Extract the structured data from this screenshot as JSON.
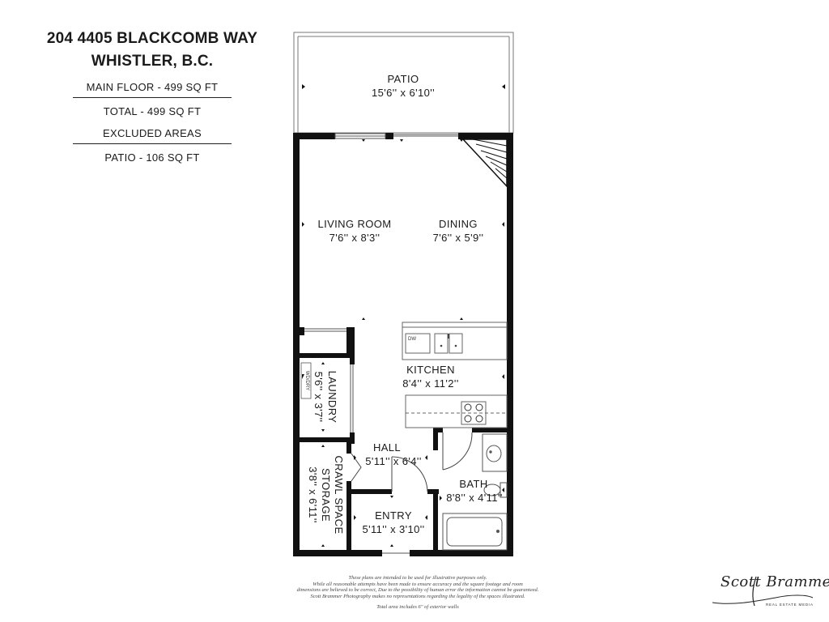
{
  "header": {
    "address_line1": "204 4405 BLACKCOMB WAY",
    "address_line2": "WHISTLER, B.C.",
    "main_floor": "MAIN FLOOR - 499 SQ FT",
    "total": "TOTAL - 499 SQ FT",
    "excluded_label": "EXCLUDED AREAS",
    "patio_area": "PATIO - 106 SQ FT"
  },
  "rooms": {
    "patio": {
      "name": "PATIO",
      "dims": "15'6'' x 6'10''"
    },
    "living_room": {
      "name": "LIVING ROOM",
      "dims": "7'6'' x 8'3''"
    },
    "dining": {
      "name": "DINING",
      "dims": "7'6'' x 5'9''"
    },
    "kitchen": {
      "name": "KITCHEN",
      "dims": "8'4'' x 11'2''"
    },
    "laundry": {
      "name": "LAUNDRY",
      "dims": "5'6'' x 3'7''"
    },
    "hall": {
      "name": "HALL",
      "dims": "5'11'' x 6'4''"
    },
    "crawl_space": {
      "name": "CRAWL SPACE",
      "name2": "STORAGE",
      "dims": "3'8'' x 6'11''"
    },
    "bath": {
      "name": "BATH",
      "dims": "8'8'' x 4'11''"
    },
    "entry": {
      "name": "ENTRY",
      "dims": "5'11'' x 3'10''"
    }
  },
  "fixtures": {
    "dishwasher": "DW",
    "washer_dryer": "WD/DRY"
  },
  "footer": {
    "disclaimer_lines": [
      "These plans are intended to be used for illustrative purposes only.",
      "While all reasonable attempts have been made to ensure accuracy and the square footage and room",
      "dimensions are believed to be correct, Due to the possibility of human error the information cannot be guaranteed.",
      "Scott Brammer Photography makes no representations regarding the legality of the spaces illustrated."
    ],
    "total_note": "Total area includes 6\" of exterior walls"
  },
  "brand": {
    "name": "Scott Brammer",
    "tagline": "REAL ESTATE MEDIA"
  }
}
